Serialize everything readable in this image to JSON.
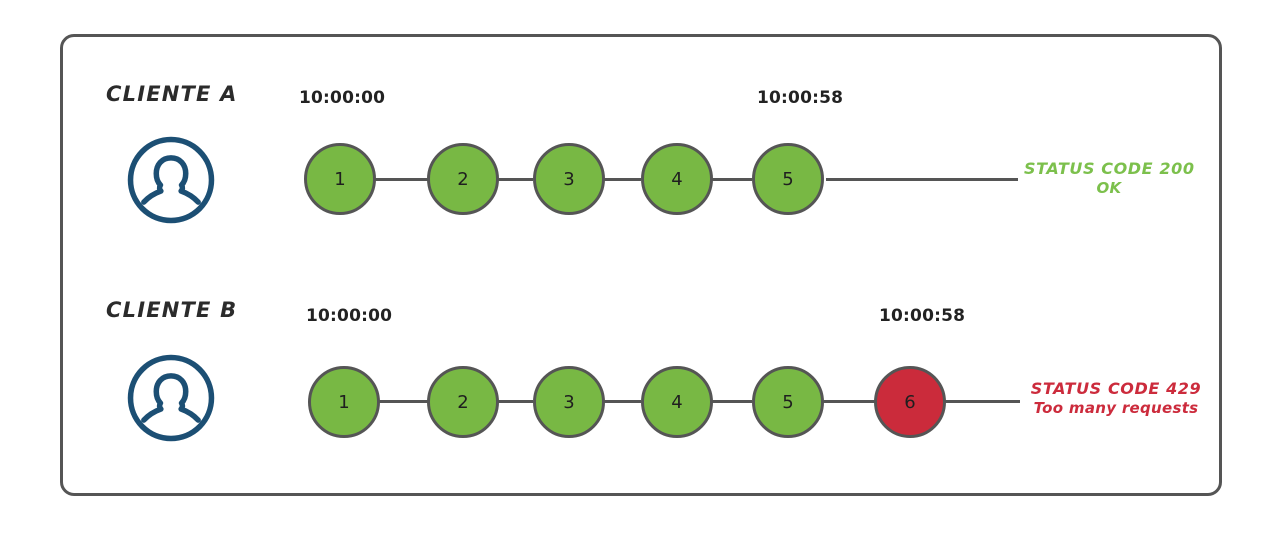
{
  "diagram": {
    "title_present": false,
    "colors": {
      "frame_border": "#555555",
      "node_green": "#78b844",
      "node_red": "#cb2b3b",
      "node_border": "#555555",
      "connector": "#555555",
      "avatar": "#1c4f74",
      "status_ok_text": "#7cc04c",
      "status_error_text": "#cc2b3c",
      "background": "#ffffff"
    },
    "rows": [
      {
        "id": "client-a",
        "label": "CLIENTE A",
        "avatar_icon": "user-avatar-icon",
        "start_time": "10:00:00",
        "end_time": "10:00:58",
        "nodes": [
          {
            "number": "1",
            "state": "ok"
          },
          {
            "number": "2",
            "state": "ok"
          },
          {
            "number": "3",
            "state": "ok"
          },
          {
            "number": "4",
            "state": "ok"
          },
          {
            "number": "5",
            "state": "ok"
          }
        ],
        "status": {
          "code_line": "STATUS CODE 200",
          "detail_line": "OK",
          "state": "ok"
        }
      },
      {
        "id": "client-b",
        "label": "CLIENTE B",
        "avatar_icon": "user-avatar-icon",
        "start_time": "10:00:00",
        "end_time": "10:00:58",
        "nodes": [
          {
            "number": "1",
            "state": "ok"
          },
          {
            "number": "2",
            "state": "ok"
          },
          {
            "number": "3",
            "state": "ok"
          },
          {
            "number": "4",
            "state": "ok"
          },
          {
            "number": "5",
            "state": "ok"
          },
          {
            "number": "6",
            "state": "error"
          }
        ],
        "status": {
          "code_line": "STATUS CODE 429",
          "detail_line": "Too many requests",
          "state": "error"
        }
      }
    ]
  }
}
